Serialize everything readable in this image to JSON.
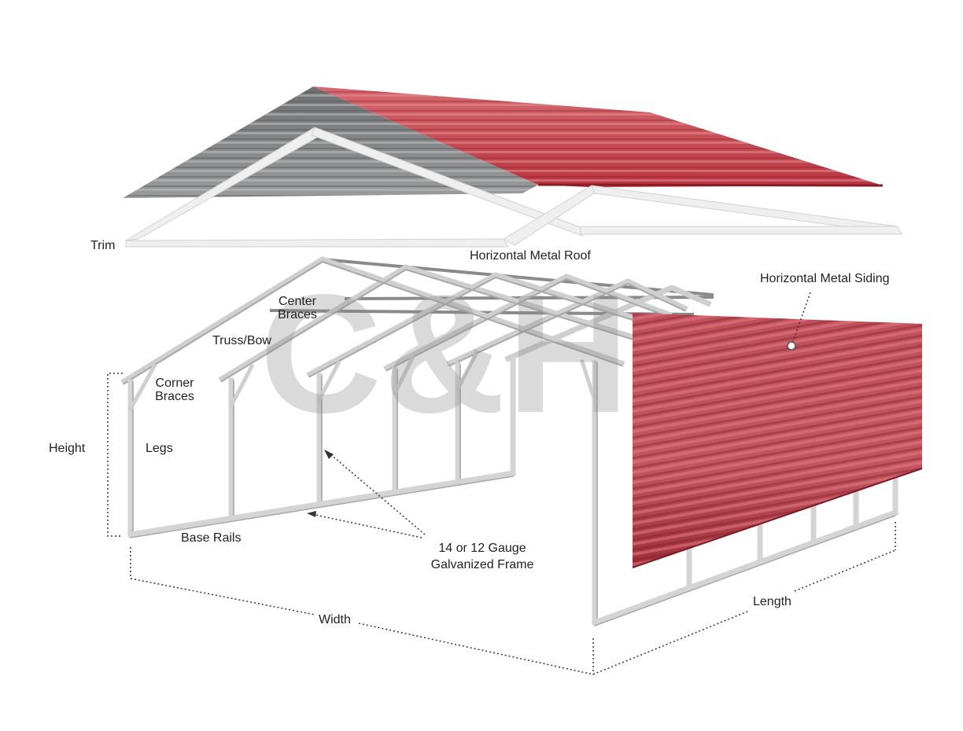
{
  "watermark": "C&H",
  "labels": {
    "trim": "Trim",
    "roof": "Horizontal Metal Roof",
    "siding": "Horizontal Metal Siding",
    "center_braces_1": "Center",
    "center_braces_2": "Braces",
    "truss": "Truss/Bow",
    "corner_braces_1": "Corner",
    "corner_braces_2": "Braces",
    "height": "Height",
    "legs": "Legs",
    "base_rails": "Base Rails",
    "gauge_1": "14 or 12 Gauge",
    "gauge_2": "Galvanized Frame",
    "width": "Width",
    "length": "Length"
  },
  "colors": {
    "roof_red": "#c4474f",
    "roof_gray": "#7e7f80",
    "frame": "#c9c9c9",
    "trim": "#eeeeee",
    "siding_red": "#b6444d"
  }
}
